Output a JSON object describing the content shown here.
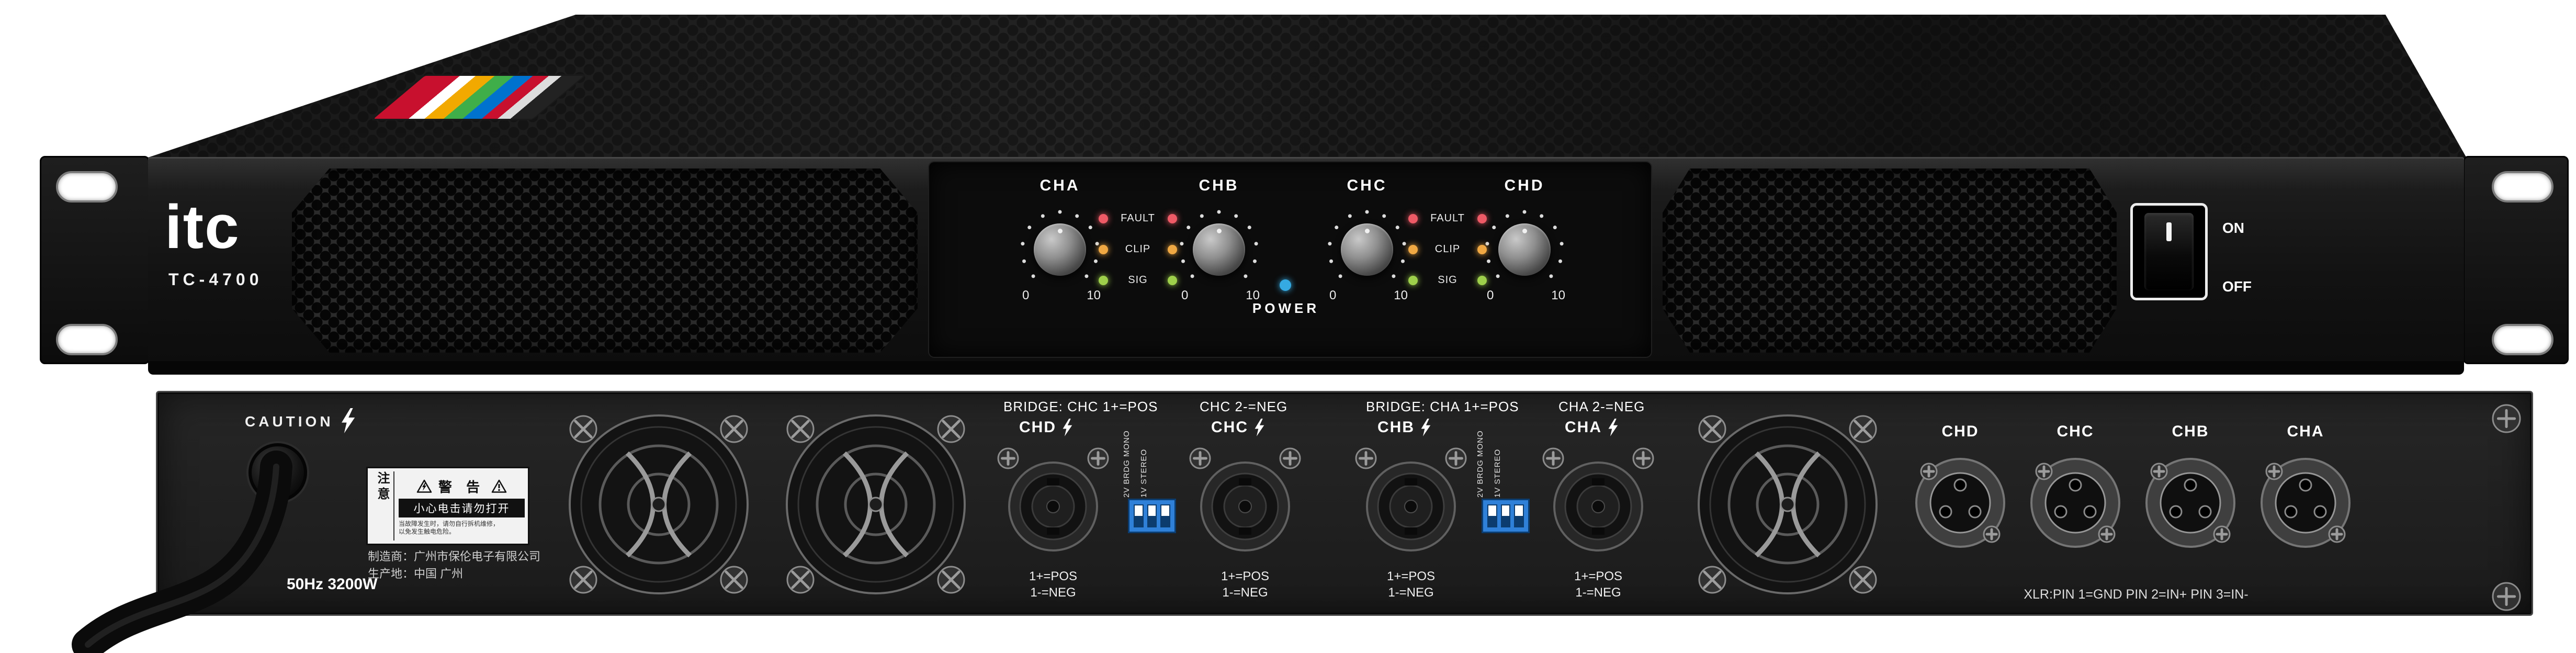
{
  "front": {
    "brand": "itc",
    "model": "TC-4700",
    "channels": [
      "CHA",
      "CHB",
      "CHC",
      "CHD"
    ],
    "knob_scale": {
      "min": "0",
      "max": "10"
    },
    "led_labels": {
      "fault": "FAULT",
      "clip": "CLIP",
      "sig": "SIG"
    },
    "led_colors": {
      "fault": "#ee5a66",
      "clip": "#f0a843",
      "sig": "#9ed04b",
      "power": "#35aae2"
    },
    "power_label": "POWER",
    "switch": {
      "on": "ON",
      "off": "OFF"
    }
  },
  "rear": {
    "caution": "CAUTION",
    "warning_sticker": {
      "side": "注意",
      "title": "警 告",
      "subtitle": "小心电击请勿打开",
      "fine_print_1": "当故障发生时，请勿自行拆机维修，",
      "fine_print_2": "以免发生触电危险。"
    },
    "manufacturer_line1": "制造商：广州市保伦电子有限公司",
    "manufacturer_line2": "生产地：中国 广州",
    "power_rating": "50Hz 3200W",
    "bridge_left_a": "BRIDGE: CHC 1+=POS",
    "bridge_left_b": "CHC 2-=NEG",
    "bridge_right_a": "BRIDGE: CHA 1+=POS",
    "bridge_right_b": "CHA 2-=NEG",
    "speakon_channels": [
      "CHD",
      "CHC",
      "CHB",
      "CHA"
    ],
    "speakon_pin_pos": "1+=POS",
    "speakon_pin_neg": "1-=NEG",
    "dip_label_left": "2V BRDG MONO",
    "dip_label_right": "1V STEREO",
    "xlr_channels": [
      "CHD",
      "CHC",
      "CHB",
      "CHA"
    ],
    "xlr_note": "XLR:PIN 1=GND PIN 2=IN+ PIN 3=IN-"
  }
}
